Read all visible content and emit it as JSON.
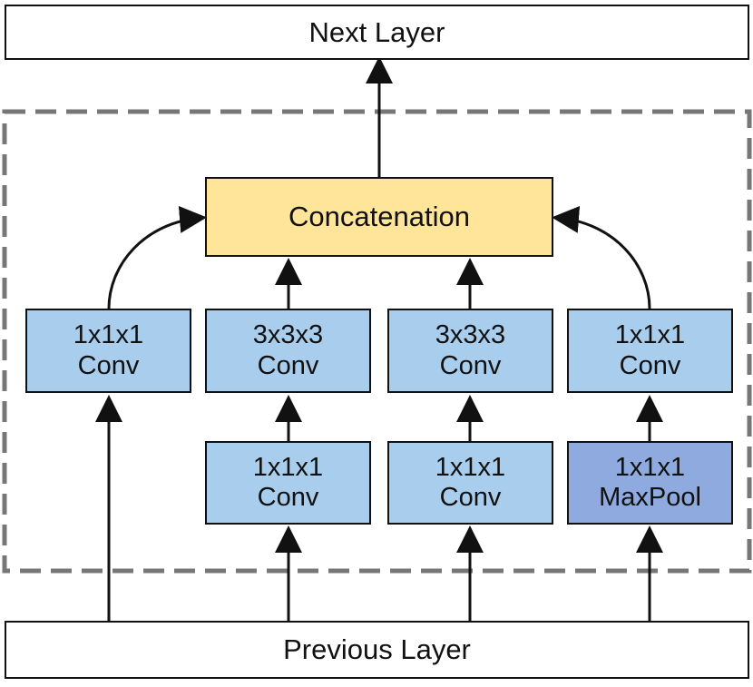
{
  "diagram": {
    "top_layer": "Next Layer",
    "bottom_layer": "Previous Layer",
    "concatenation": "Concatenation",
    "branches": [
      {
        "top": "1x1x1\nConv"
      },
      {
        "top": "3x3x3\nConv",
        "bottom": "1x1x1\nConv"
      },
      {
        "top": "3x3x3\nConv",
        "bottom": "1x1x1\nConv"
      },
      {
        "top": "1x1x1\nConv",
        "bottom": "1x1x1\nMaxPool"
      }
    ]
  },
  "colors": {
    "concatenation_fill": "#ffe59a",
    "conv_fill": "#a9cdec",
    "maxpool_fill": "#8eaadf",
    "dashed_frame": "#777777",
    "outline": "#111111"
  }
}
